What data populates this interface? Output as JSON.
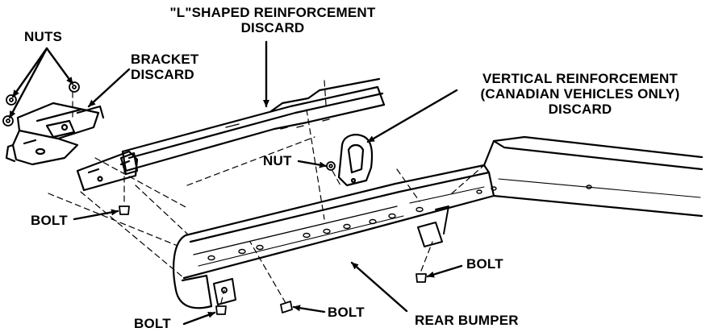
{
  "labels": {
    "l_reinforcement": [
      "\"L\"SHAPED REINFORCEMENT",
      "DISCARD"
    ],
    "nuts": "NUTS",
    "bracket": [
      "BRACKET",
      "DISCARD"
    ],
    "vertical_reinforcement": [
      "VERTICAL REINFORCEMENT",
      "(CANADIAN VEHICLES ONLY)",
      "DISCARD"
    ],
    "nut": "NUT",
    "bolt_left": "BOLT",
    "bolt_right": "BOLT",
    "bolt_center": "BOLT",
    "bolt_bottom": "BOLT",
    "rear_bumper": "REAR BUMPER"
  },
  "colors": {
    "ink": "#000000",
    "paper": "#ffffff"
  }
}
